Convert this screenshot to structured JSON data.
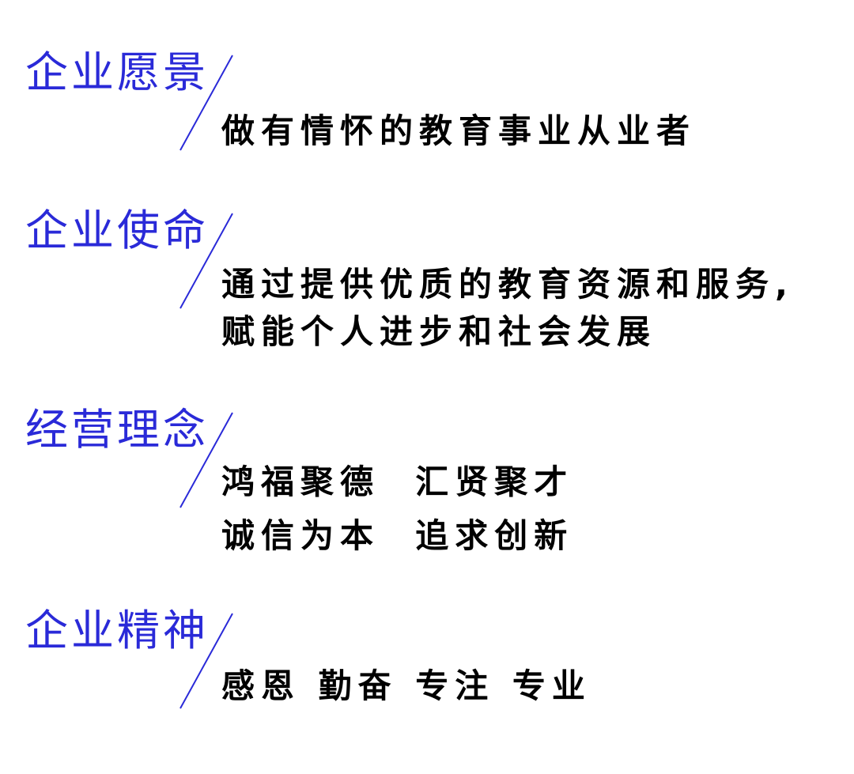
{
  "sections": [
    {
      "heading": "企业愿景",
      "lines": [
        "做有情怀的教育事业从业者"
      ]
    },
    {
      "heading": "企业使命",
      "lines": [
        "通过提供优质的教育资源和服务,",
        "赋能个人进步和社会发展"
      ]
    },
    {
      "heading": "经营理念",
      "lines": [
        "鸿福聚德  汇贤聚才",
        "诚信为本  追求创新"
      ]
    },
    {
      "heading": "企业精神",
      "lines": [
        "感恩 勤奋 专注 专业"
      ]
    }
  ],
  "colors": {
    "heading": "#2a2ad8",
    "divider": "#2a2ad8",
    "body": "#000000",
    "background": "#ffffff"
  }
}
